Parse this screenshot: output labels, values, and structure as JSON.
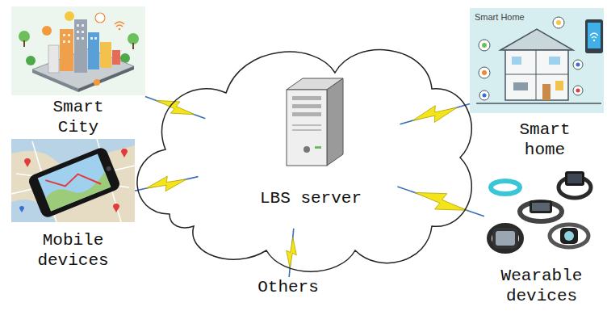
{
  "diagram": {
    "nodes": [
      {
        "text": [
          "Smart City"
        ]
      },
      {
        "text": [
          "Smart Home",
          "Smart home"
        ]
      },
      {
        "text": [
          "LBS server"
        ]
      },
      {
        "text": [
          "Mobile devices"
        ]
      },
      {
        "text": [
          "Wearable devices"
        ]
      },
      {
        "text": [
          "Others"
        ]
      }
    ],
    "edges": [
      {
        "from": 0,
        "to": 2,
        "arrow": "none"
      },
      {
        "from": 1,
        "to": 2,
        "arrow": "none"
      },
      {
        "from": 3,
        "to": 2,
        "arrow": "none"
      },
      {
        "from": 4,
        "to": 2,
        "arrow": "none"
      },
      {
        "from": 5,
        "to": 2,
        "arrow": "none"
      }
    ]
  }
}
